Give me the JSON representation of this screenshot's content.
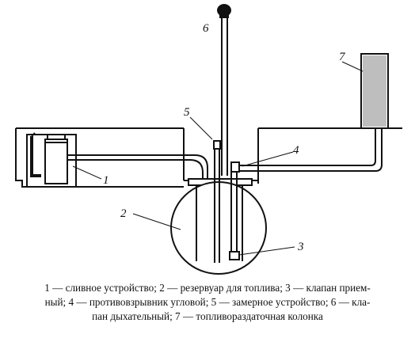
{
  "diagram": {
    "callouts": {
      "c1": "1",
      "c2": "2",
      "c3": "3",
      "c4": "4",
      "c5": "5",
      "c6": "6",
      "c7": "7"
    }
  },
  "caption": {
    "line1": "1 — сливное устройство; 2 — резервуар для топлива; 3 — клапан прием-",
    "line2": "ный; 4 — противовзрывник угловой; 5 — замерное устройство; 6 — кла-",
    "line3": "пан дыхательный; 7 — топливораздаточная колонка"
  }
}
